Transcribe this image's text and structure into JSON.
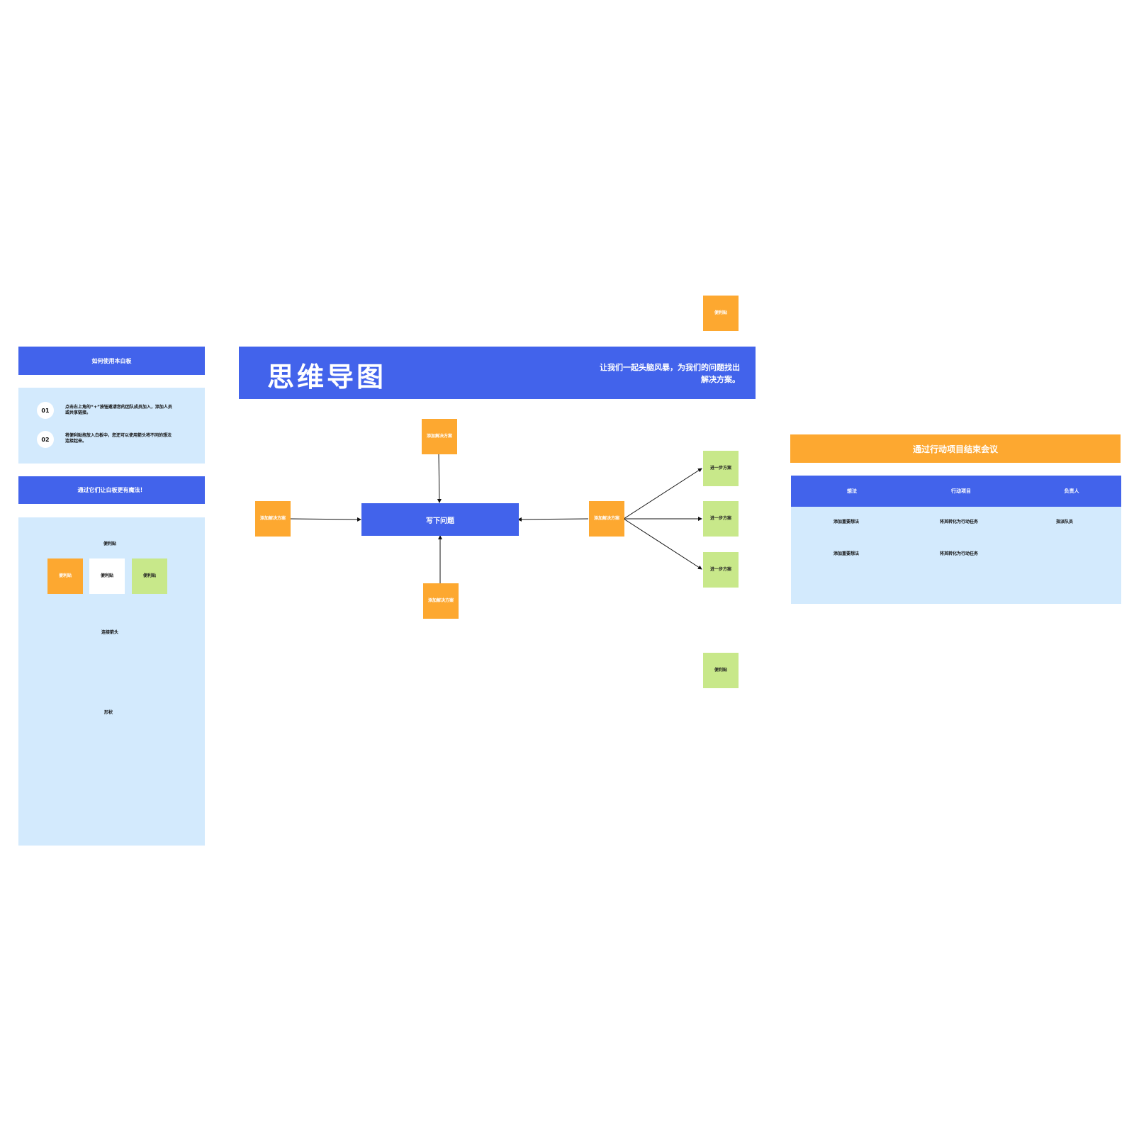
{
  "colors": {
    "blue": "#4263eb",
    "orange": "#fda830",
    "green": "#c8e88a",
    "pale_blue": "#d3eafd",
    "white": "#ffffff"
  },
  "guide": {
    "header": "如何使用本白板",
    "steps": [
      {
        "number": "01",
        "text_line1": "点击右上角的“+”按钮邀请您的团队成员加入，添加人员",
        "text_line2": "或共享链接。"
      },
      {
        "number": "02",
        "text_line1": "将便利贴拖放入白板中，您还可以使用箭头将不同的想法",
        "text_line2": "连接起来。"
      }
    ],
    "tools_header": "通过它们让白板更有魔法！",
    "sticky_section_label": "便利贴",
    "sticky_samples": [
      "便利贴",
      "便利贴",
      "便利贴"
    ],
    "arrow_section_label": "连接箭头",
    "shape_section_label": "形状",
    "shape_icons": [
      "diamond-shape",
      "square-shape",
      "octagon-shape",
      "hexagon-shape"
    ]
  },
  "mindmap": {
    "title": "思维导图",
    "subtitle_line1": "让我们一起头脑风暴，为我们的问题找出",
    "subtitle_line2": "解决方案。",
    "center_node": "写下问题",
    "solution_nodes": {
      "top": "添加解决方案",
      "left": "添加解决方案",
      "bottom": "添加解决方案",
      "right": "添加解决方案"
    },
    "next_steps": [
      "进一步方案",
      "进一步方案",
      "进一步方案"
    ],
    "loose_notes": [
      "便利贴",
      "便利贴"
    ]
  },
  "action_table": {
    "title": "通过行动项目结束会议",
    "headers": [
      "想法",
      "行动项目",
      "负责人"
    ],
    "rows": [
      [
        "添加重要想法",
        "将其转化为行动任务",
        "指派队员"
      ],
      [
        "添加重要想法",
        "将其转化为行动任务",
        ""
      ]
    ]
  }
}
